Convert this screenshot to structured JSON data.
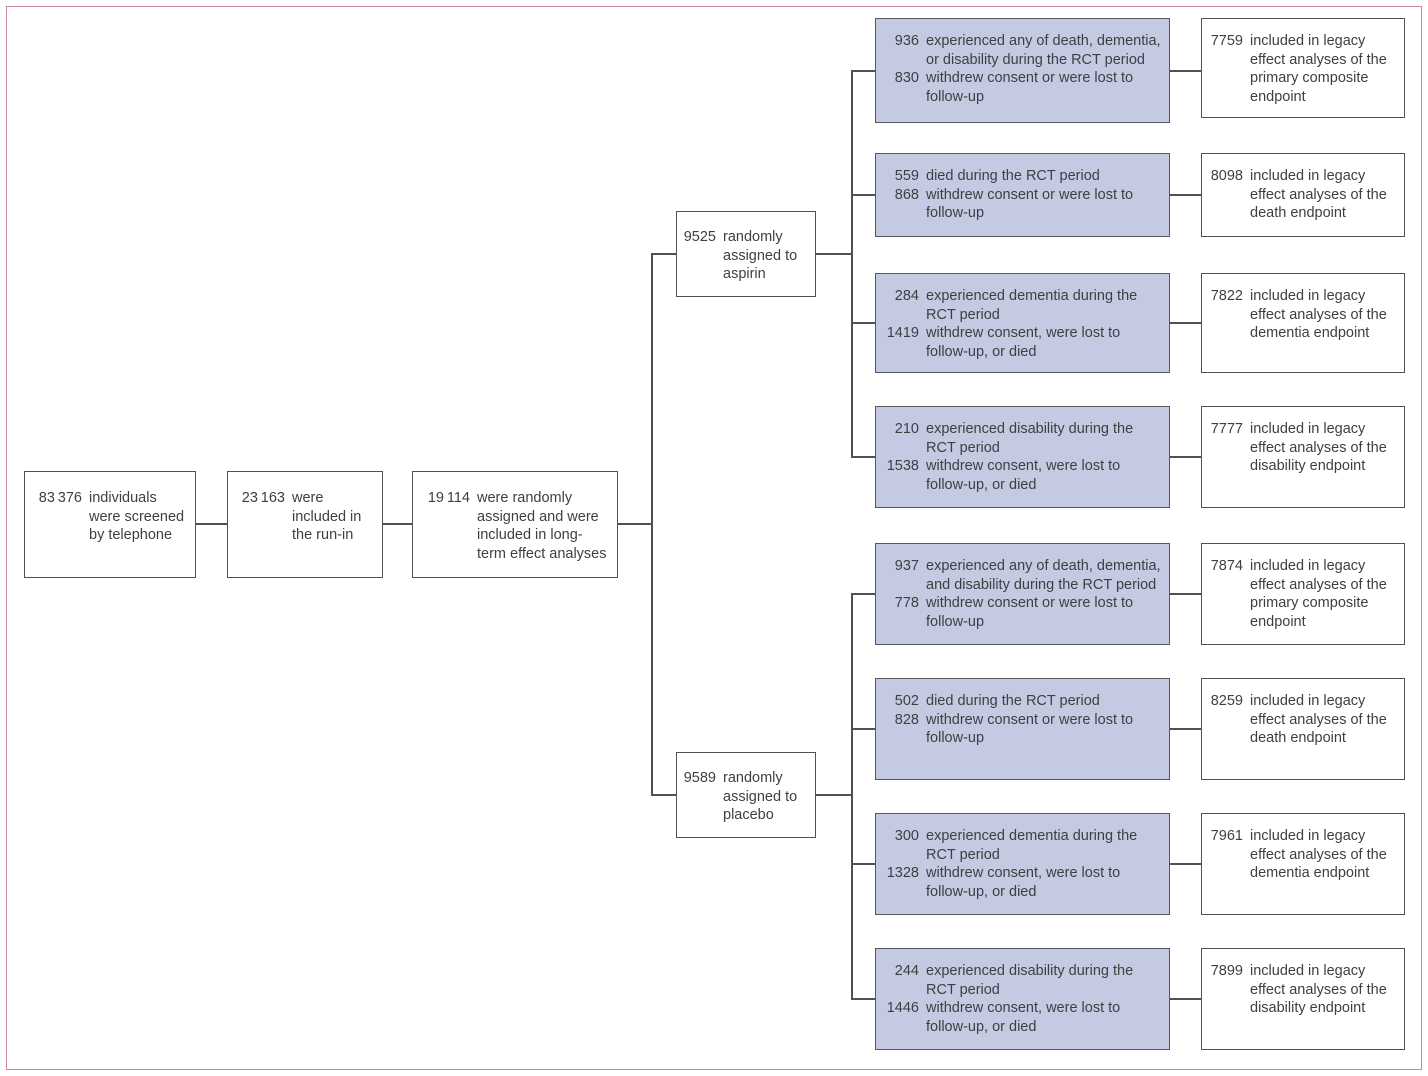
{
  "figure_type": "trial-profile-flowchart",
  "palette": {
    "ink": "#3e3f41",
    "line": "#4f5156",
    "blue-fill": "#c5cae3",
    "blue-border": "#54575f",
    "frame": "#d184ab"
  },
  "flow": {
    "screened": {
      "num": "83 376",
      "text": "individuals were screened by telephone"
    },
    "runin": {
      "num": "23 163",
      "text": "were included in the run-in"
    },
    "randomized": {
      "num": "19 114",
      "text": "were randomly assigned and were included in long-term effect analyses"
    }
  },
  "arms": {
    "aspirin": {
      "assign": {
        "num": "9525",
        "text": "randomly assigned to aspirin"
      },
      "rows": [
        {
          "exclusions": [
            {
              "num": "936",
              "text": "experienced any of death, dementia, or disability during the RCT period"
            },
            {
              "num": "830",
              "text": "withdrew consent or were lost to follow-up"
            }
          ],
          "included": {
            "num": "7759",
            "text": "included in legacy effect analyses of the primary composite endpoint"
          }
        },
        {
          "exclusions": [
            {
              "num": "559",
              "text": "died during the RCT period"
            },
            {
              "num": "868",
              "text": "withdrew consent or were lost to follow-up"
            }
          ],
          "included": {
            "num": "8098",
            "text": "included in legacy effect analyses of the death endpoint"
          }
        },
        {
          "exclusions": [
            {
              "num": "284",
              "text": "experienced dementia during the RCT period"
            },
            {
              "num": "1419",
              "text": "withdrew consent, were lost to follow-up, or died"
            }
          ],
          "included": {
            "num": "7822",
            "text": "included in legacy effect analyses of the dementia endpoint"
          }
        },
        {
          "exclusions": [
            {
              "num": "210",
              "text": "experienced disability during the RCT period"
            },
            {
              "num": "1538",
              "text": "withdrew consent, were lost to follow-up, or died"
            }
          ],
          "included": {
            "num": "7777",
            "text": "included in legacy effect analyses of the disability endpoint"
          }
        }
      ]
    },
    "placebo": {
      "assign": {
        "num": "9589",
        "text": "randomly assigned to placebo"
      },
      "rows": [
        {
          "exclusions": [
            {
              "num": "937",
              "text": "experienced any of death, dementia, and disability during the RCT period"
            },
            {
              "num": "778",
              "text": "withdrew consent or were lost to follow-up"
            }
          ],
          "included": {
            "num": "7874",
            "text": "included in legacy effect analyses of the primary composite endpoint"
          }
        },
        {
          "exclusions": [
            {
              "num": "502",
              "text": "died during the RCT period"
            },
            {
              "num": "828",
              "text": "withdrew consent or were lost to follow-up"
            }
          ],
          "included": {
            "num": "8259",
            "text": "included in legacy effect analyses of the death endpoint"
          }
        },
        {
          "exclusions": [
            {
              "num": "300",
              "text": "experienced dementia during the RCT period"
            },
            {
              "num": "1328",
              "text": "withdrew consent, were lost to follow-up, or died"
            }
          ],
          "included": {
            "num": "7961",
            "text": "included in legacy effect analyses of the dementia endpoint"
          }
        },
        {
          "exclusions": [
            {
              "num": "244",
              "text": "experienced disability during the RCT period"
            },
            {
              "num": "1446",
              "text": "withdrew consent, were lost to follow-up, or died"
            }
          ],
          "included": {
            "num": "7899",
            "text": "included in legacy effect analyses of the disability endpoint"
          }
        }
      ]
    }
  }
}
